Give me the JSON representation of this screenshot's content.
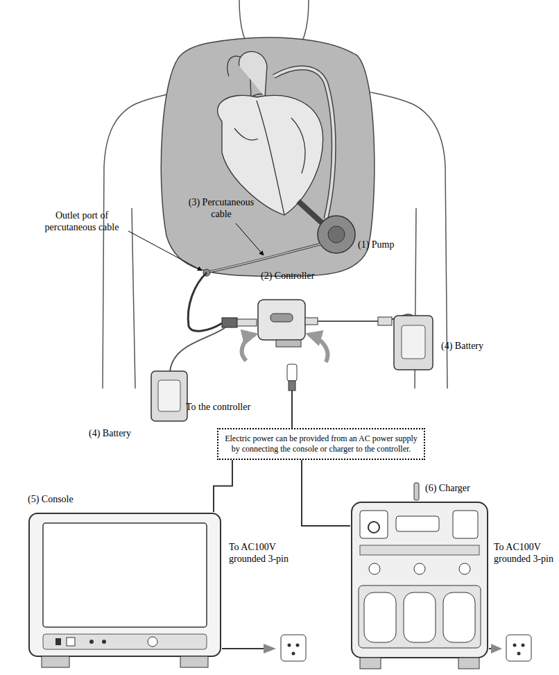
{
  "diagram": {
    "nodes": [
      {
        "text": [
          "Electric power can be provided from an AC power supply by connecting the console or charger to the controller."
        ]
      },
      {
        "text": [
          "(5) Console"
        ]
      },
      {
        "text": [
          "(6) Charger"
        ]
      }
    ],
    "edges": [
      {
        "from": 0,
        "to": 1,
        "arrow": "none"
      },
      {
        "from": 0,
        "to": 2,
        "arrow": "none"
      }
    ],
    "labels": [
      "(3) Percutaneous cable",
      "Outlet port of percutaneous cable",
      "(1) Pump",
      "(2) Controller",
      "(4) Battery",
      "(4) Battery",
      "To the controller",
      "To AC100V grounded 3-pin",
      "To AC100V grounded 3-pin"
    ]
  }
}
